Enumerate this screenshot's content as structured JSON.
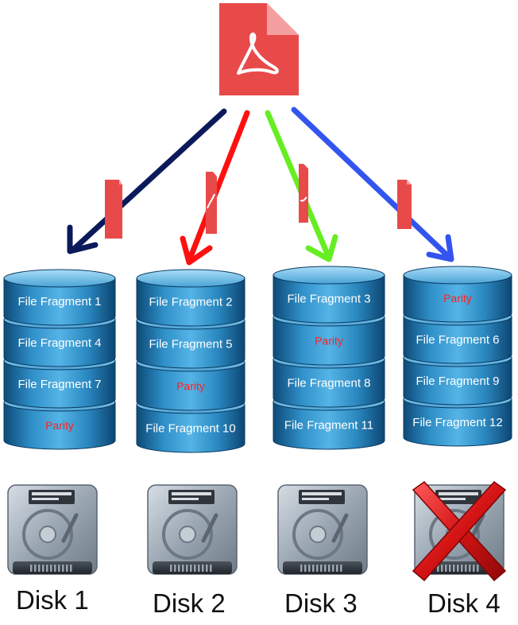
{
  "colors": {
    "pdf_red": "#e84a4a",
    "parity_text": "#ff2020",
    "fragment_text": "#ffffff",
    "arrow_disk1": "#0b1a5a",
    "arrow_disk2": "#ff1010",
    "arrow_disk3": "#66ee22",
    "arrow_disk4": "#3355ee",
    "fail_mark": "#cc1111"
  },
  "source_file": {
    "icon": "pdf-file-icon"
  },
  "disks": [
    {
      "label": "Disk 1",
      "segments": [
        "File Fragment 1",
        "File Fragment 4",
        "File Fragment 7",
        "Parity"
      ],
      "failed": false
    },
    {
      "label": "Disk 2",
      "segments": [
        "File Fragment 2",
        "File Fragment 5",
        "Parity",
        "File Fragment 10"
      ],
      "failed": false
    },
    {
      "label": "Disk 3",
      "segments": [
        "File Fragment 3",
        "Parity",
        "File Fragment 8",
        "File Fragment 11"
      ],
      "failed": false
    },
    {
      "label": "Disk 4",
      "segments": [
        "Parity",
        "File Fragment 6",
        "File Fragment 9",
        "File Fragment 12"
      ],
      "failed": true
    }
  ]
}
